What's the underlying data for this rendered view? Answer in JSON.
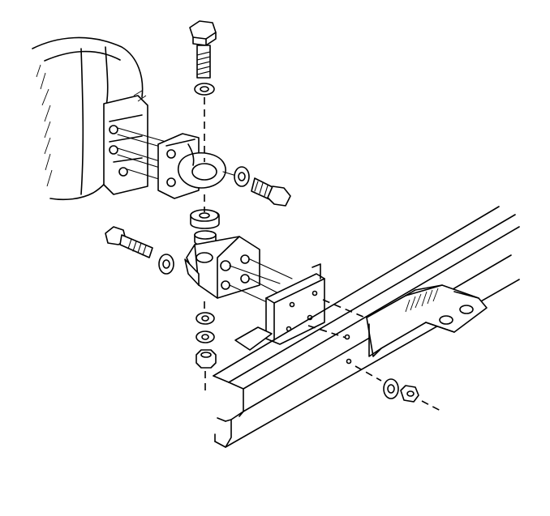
{
  "diagram": {
    "type": "exploded-assembly",
    "colors": {
      "line": "#000000",
      "background": "#ffffff"
    },
    "parts": [
      "transmission-housing",
      "upper-bracket",
      "top-bolt",
      "top-washer",
      "side-bolt",
      "side-washer",
      "upper-insulator",
      "lower-insulator",
      "lower-mount-bracket",
      "left-bolt",
      "left-washer",
      "lower-washers",
      "bottom-nut",
      "crossmember-plate",
      "crossmember",
      "frame-rail-bracket",
      "crossmember-nut",
      "crossmember-washer"
    ]
  }
}
